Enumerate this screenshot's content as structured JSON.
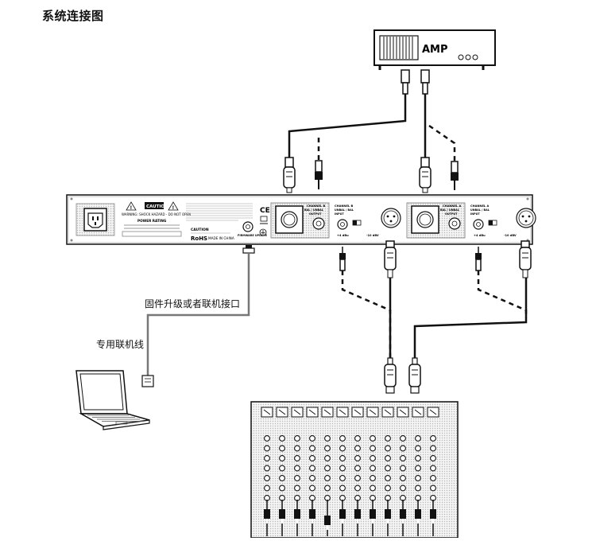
{
  "title": "系统连接图",
  "amp": {
    "label": "AMP"
  },
  "labels": {
    "upgrade_port": "固件升级或者联机接口",
    "dedicated_cable": "专用联机线"
  },
  "panel": {
    "caution": "CAUTION",
    "warning": "WARNING: SHOCK HAZARD - DO NOT OPEN",
    "power_rating": "POWER RATING",
    "ce": "CE",
    "rohs": "RoHS",
    "made_in": "MADE IN CHINA",
    "firmware": "FIRMWARE UPDATE",
    "caution_fuse": "CAUTION",
    "channel_b_output": "CHANNEL B BAL / UNBAL OUTPUT",
    "channel_b_input": "CHANNEL B UNBAL / BAL INPUT",
    "channel_a_output": "CHANNEL A BAL / UNBAL OUTPUT",
    "channel_a_input": "CHANNEL A UNBAL / BAL INPUT",
    "plus4": "+4 dBu",
    "minus10": "-10 dBV"
  },
  "icons": {
    "amp": "amplifier-icon",
    "laptop": "laptop-icon",
    "mixer": "mixing-console-icon",
    "xlr": "xlr-connector-icon",
    "jack": "jack-plug-icon"
  }
}
